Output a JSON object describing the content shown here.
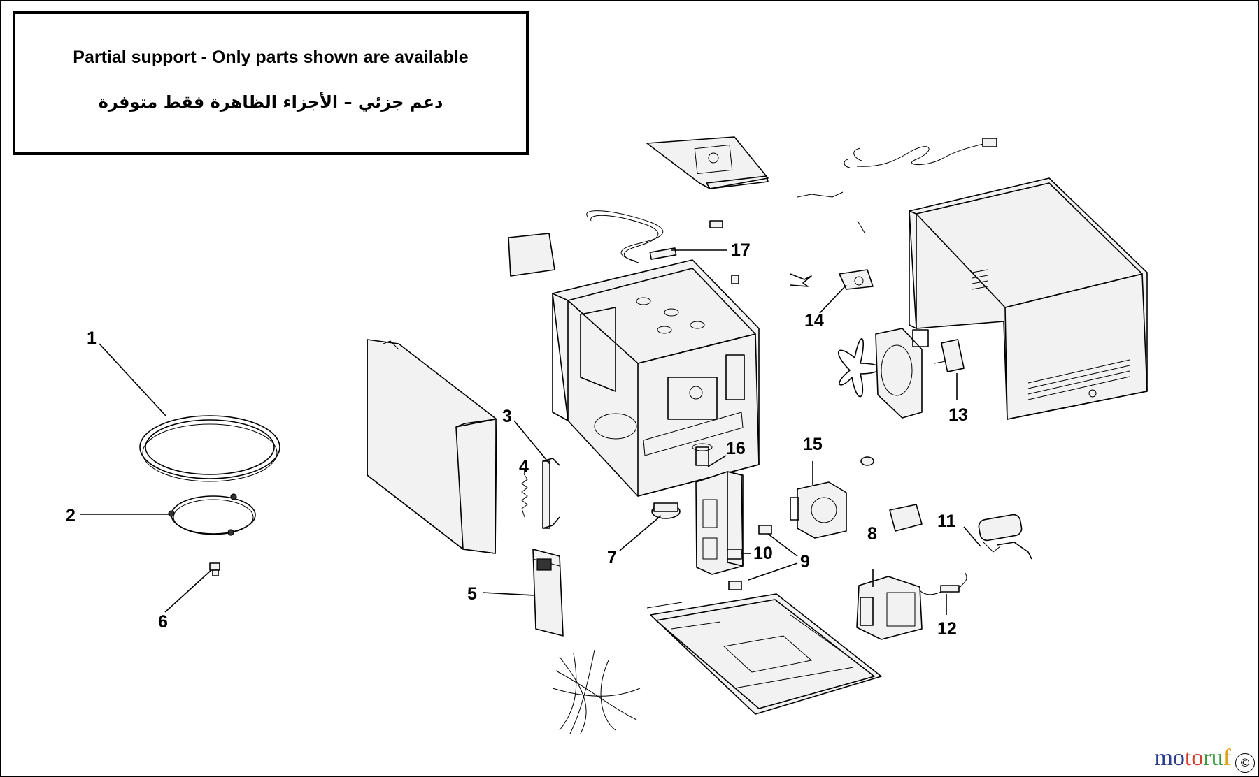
{
  "notice": {
    "english": "Partial support - Only parts shown are available",
    "arabic": "دعم جزئي – الأجزاء الظاهرة فقط متوفرة"
  },
  "callouts": [
    "1",
    "2",
    "3",
    "4",
    "5",
    "6",
    "7",
    "8",
    "9",
    "10",
    "11",
    "12",
    "13",
    "14",
    "15",
    "16",
    "17"
  ],
  "watermark": {
    "part1": "mo",
    "part2": "to",
    "part3": "ru",
    "part4": "f"
  },
  "copyright_symbol": "©",
  "colors": {
    "line": "#000000",
    "background": "#ffffff",
    "watermark_blue": "#2b3e8f",
    "watermark_red": "#d33b2a",
    "watermark_green": "#3c9a3c",
    "watermark_orange": "#e0a21c"
  }
}
